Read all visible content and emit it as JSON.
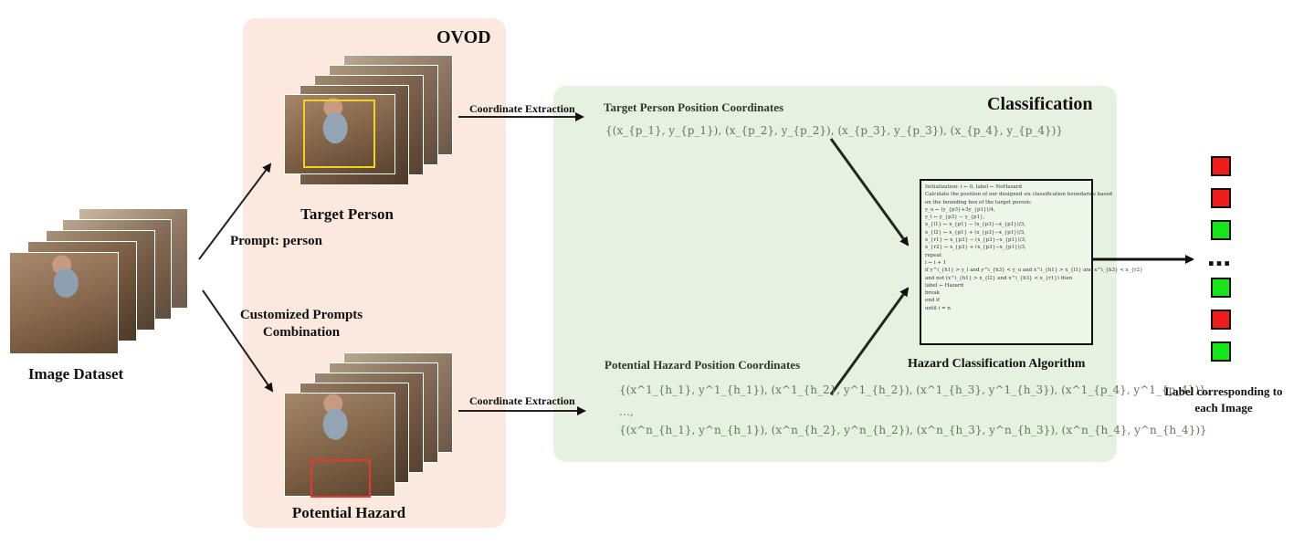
{
  "dataset": {
    "label": "Image Dataset"
  },
  "ovod": {
    "title": "OVOD",
    "prompt_person": "Prompt: person",
    "prompts_line1": "Customized Prompts",
    "prompts_line2": "Combination",
    "target_label": "Target Person",
    "hazard_label": "Potential Hazard"
  },
  "arrows": {
    "extract_top": "Coordinate Extraction",
    "extract_bottom": "Coordinate Extraction"
  },
  "classification": {
    "title": "Classification",
    "target_title": "Target Person Position Coordinates",
    "target_formula": "{(x_{p_1}, y_{p_1}), (x_{p_2}, y_{p_2}), (x_{p_3}, y_{p_3}), (x_{p_4}, y_{p_4})}",
    "hazard_title": "Potential Hazard Position Coordinates",
    "hazard_formula_1": "{(x^1_{h_1}, y^1_{h_1}), (x^1_{h_2}, y^1_{h_2}), (x^1_{h_3}, y^1_{h_3}), (x^1_{p_4}, y^1_{p_4})},",
    "hazard_formula_2": "…,",
    "hazard_formula_3": "{(x^n_{h_1}, y^n_{h_1}), (x^n_{h_2}, y^n_{h_2}), (x^n_{h_3}, y^n_{h_3}), (x^n_{h_4}, y^n_{h_4})}",
    "algo_label": "Hazard Classification Algorithm",
    "algo_lines": [
      "Initialization: i ← 0, label ← NoHazard",
      "Calculate the position of our designed six classification boundaries based",
      "on the bounding box of the target person:",
      "y_u ← (y_{p3}+3y_{p1})/4,",
      "y_l ← y_{p3} − y_{p1},",
      "x_{l1} ← x_{p1} − (x_{p3}−x_{p1})/3,",
      "x_{l2} ← x_{p1} + (x_{p3}−x_{p1})/3,",
      "x_{r1} ← x_{p3} − (x_{p3}−x_{p1})/3,",
      "x_{r2} ← x_{p3} + (x_{p3}−x_{p1})/3,",
      "repeat",
      "  i ← i + 1",
      "  if y^i_{h1} > y_l and y^i_{h3} < y_u and x^i_{h1} > x_{l1} and x^i_{h3} < x_{r2}",
      "  and not (x^i_{h1} > x_{l2} and x^i_{h3} < x_{r1}) then",
      "    label ← Hazard",
      "    break",
      "  end if",
      "until i = n"
    ]
  },
  "output": {
    "label_line1": "Label corresponding to",
    "label_line2": "each Image",
    "dots": "…",
    "squares": [
      "red",
      "red",
      "green",
      "green",
      "red",
      "green"
    ],
    "colors": {
      "red": "#ee1c1c",
      "green": "#16e51a"
    }
  },
  "colors": {
    "ovod_panel": "#fbe9df",
    "classification_panel": "#e6f1e1",
    "target_box": "#f2d21e",
    "hazard_box": "#e23b2b",
    "formula_text": "#5f7a5a"
  }
}
